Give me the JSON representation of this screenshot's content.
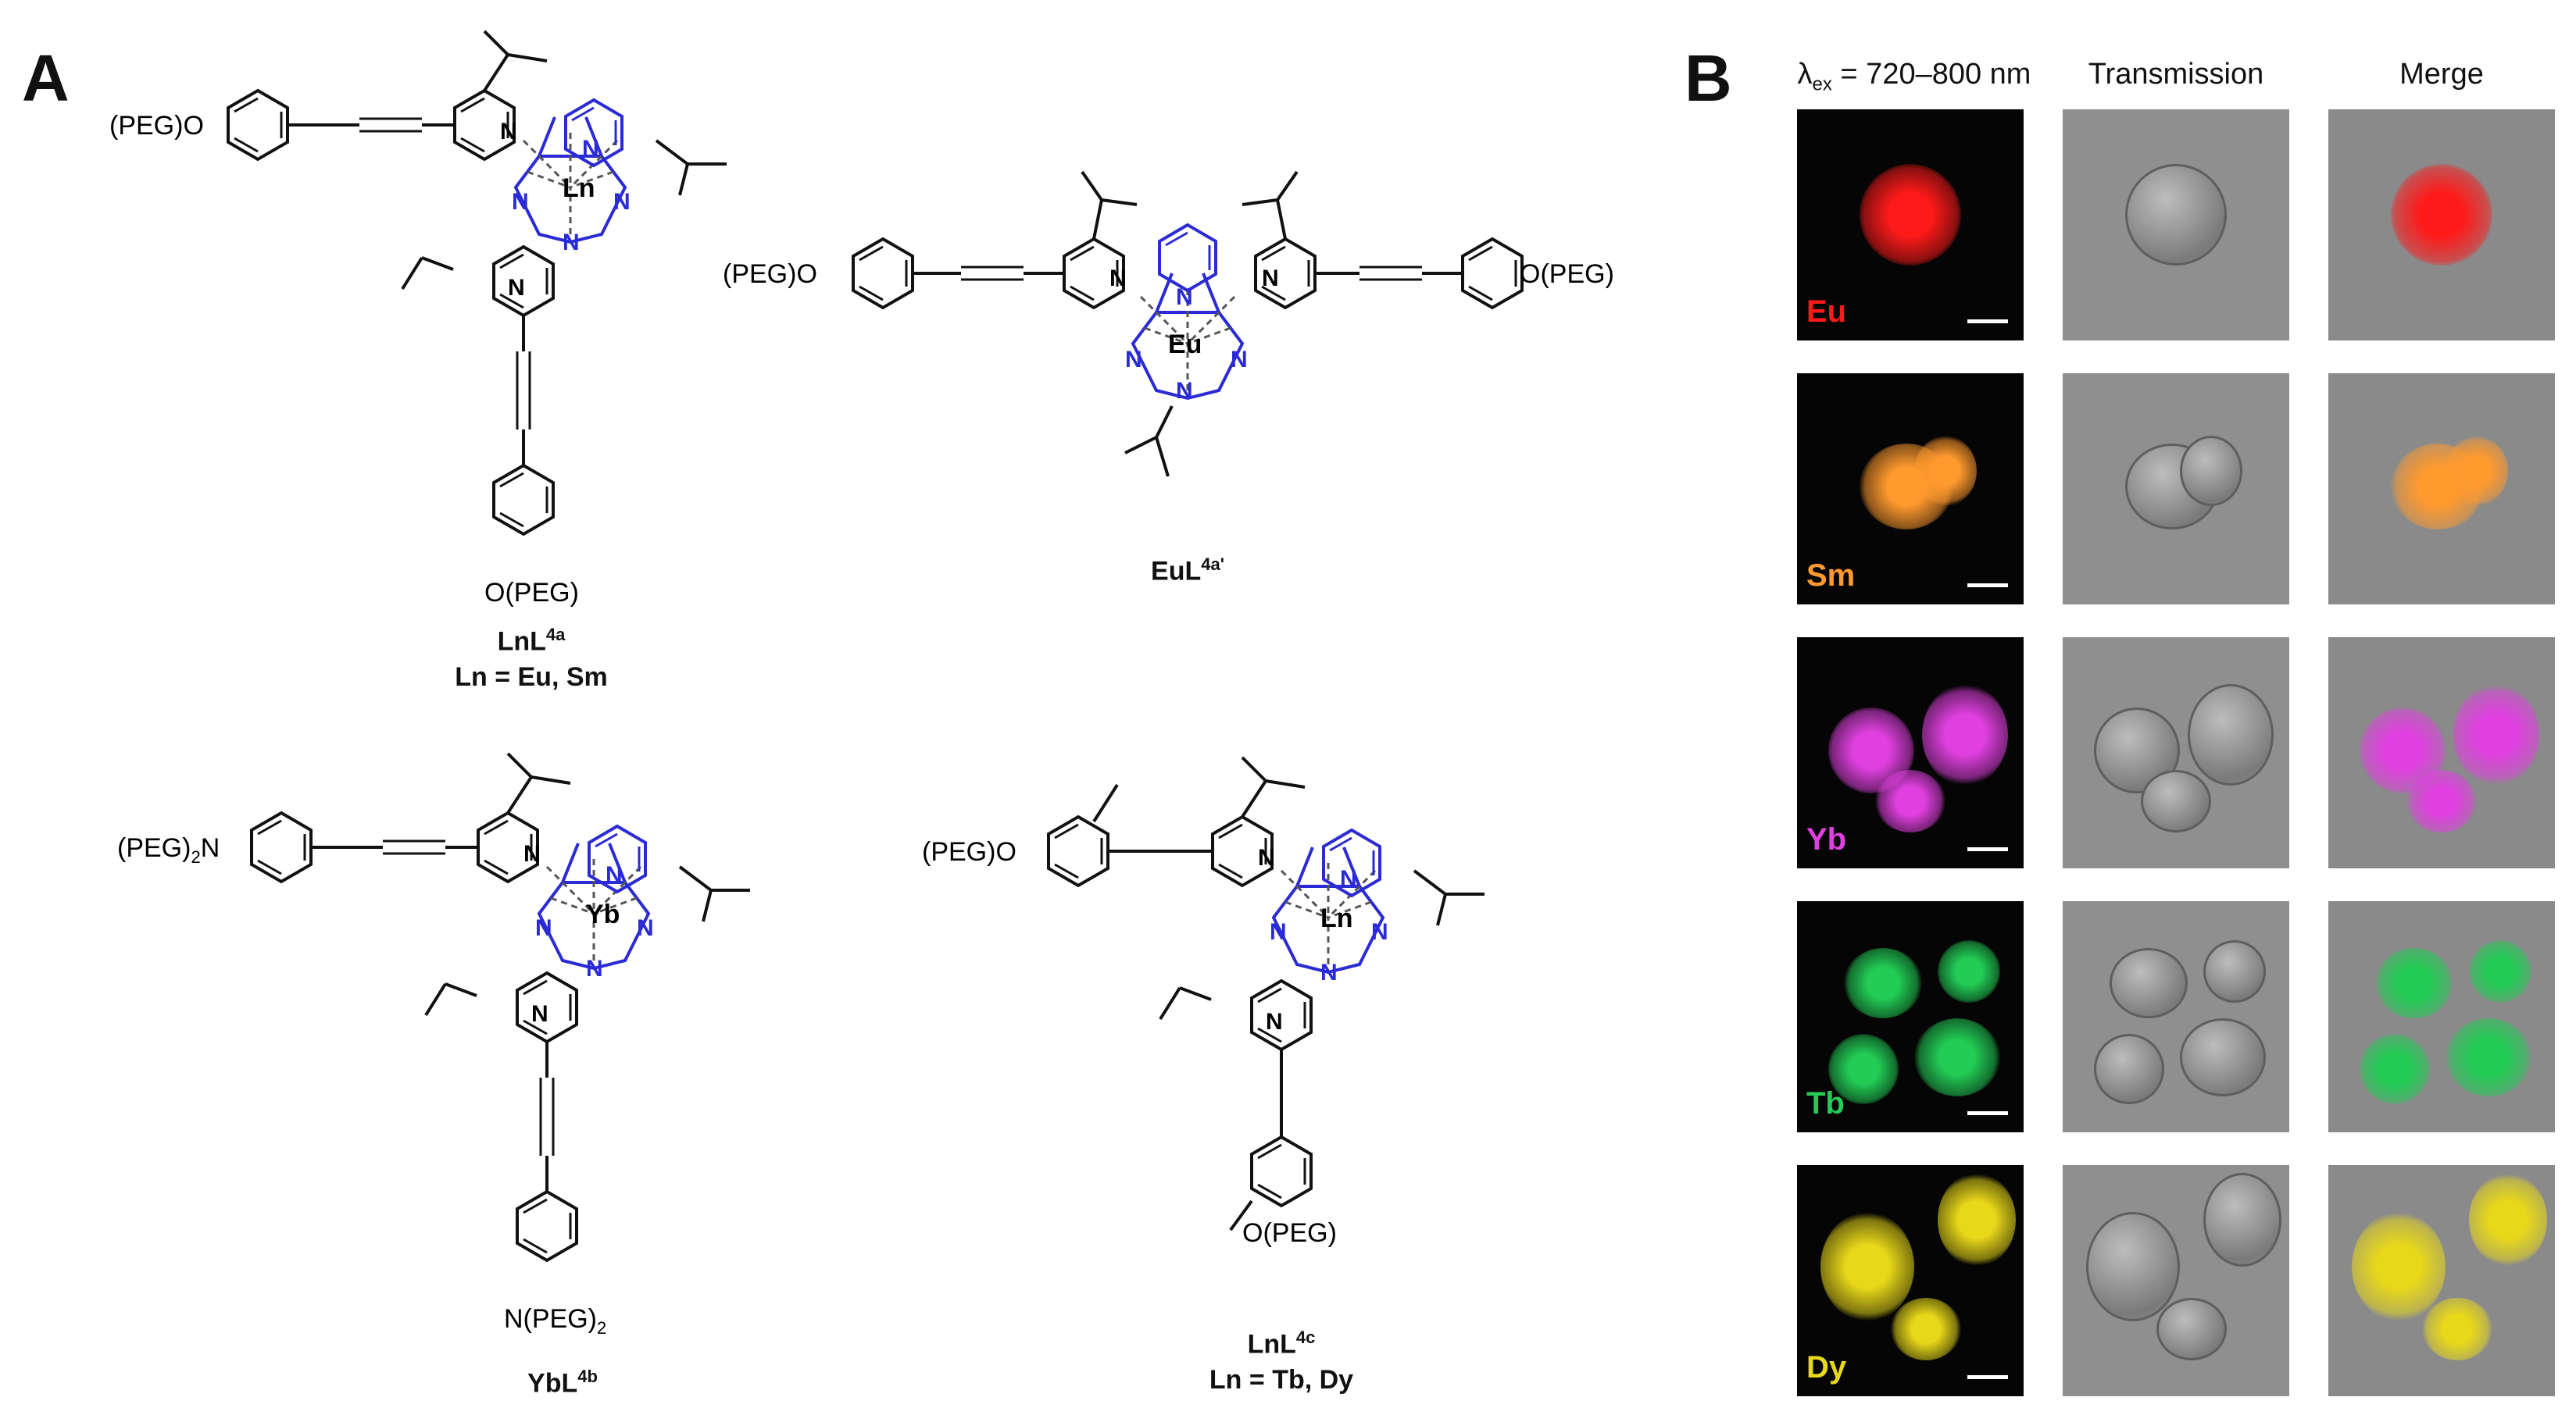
{
  "panel_a": {
    "letter": "A",
    "molecules": [
      {
        "name": "LnL",
        "sup": "4a",
        "line2": "Ln = Eu, Sm",
        "metal": "Ln",
        "substituent": "(PEG)O",
        "substituent2": "O(PEG)"
      },
      {
        "name": "EuL",
        "sup": "4a'",
        "line2": "",
        "metal": "Eu",
        "substituent": "(PEG)O",
        "substituent2": "O(PEG)"
      },
      {
        "name": "YbL",
        "sup": "4b",
        "line2": "",
        "metal": "Yb",
        "substituent": "(PEG)",
        "substituent_sub": "2",
        "substituent_n": "N",
        "substituent2": "N(PEG)",
        "substituent2_sub": "2"
      },
      {
        "name": "LnL",
        "sup": "4c",
        "line2": "Ln = Tb, Dy",
        "metal": "Ln",
        "substituent": "(PEG)O",
        "substituent2": "O(PEG)"
      }
    ],
    "atoms": {
      "nitrogen": "N",
      "oxygen": "O"
    }
  },
  "panel_b": {
    "letter": "B",
    "columns": {
      "excitation": {
        "lambda": "λ",
        "sub": "ex",
        "range": " = 720–800 nm"
      },
      "transmission": "Transmission",
      "merge": "Merge"
    },
    "rows": [
      {
        "label": "Eu",
        "color": "#ff1a1a"
      },
      {
        "label": "Sm",
        "color": "#ff9a2e"
      },
      {
        "label": "Yb",
        "color": "#e040e0"
      },
      {
        "label": "Tb",
        "color": "#22cc55"
      },
      {
        "label": "Dy",
        "color": "#e8d81a"
      }
    ]
  },
  "colors": {
    "macrocycle": "#2b2bd6",
    "bonds": "#111111",
    "coordination": "#555555"
  }
}
